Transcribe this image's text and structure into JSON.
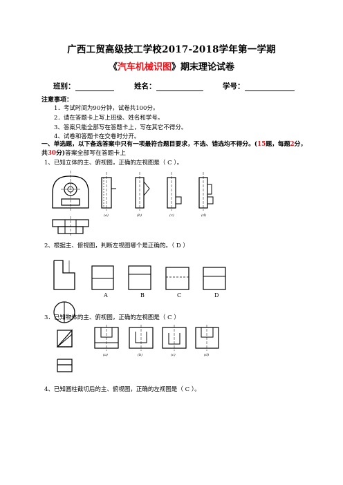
{
  "header": {
    "title": "广西工贸高级技工学校2017-2018学年第一学期",
    "subject_open": "《",
    "subject": "汽车机械识图",
    "subject_close": "》期末理论试卷",
    "class_label": "班别：",
    "name_label": "姓名：",
    "number_label": "学号："
  },
  "notes": {
    "heading": "注意事项：",
    "items": [
      "1．考试时间为90分钟，试卷共100分。",
      "2．请在答题卡上写上班级、姓名和学号。",
      "3、答案只能全部写在答题卡上，写在其它不得分。",
      "4、试卷和答题卡在交卷时分开。"
    ]
  },
  "section1": {
    "heading_a": "一、单选题，以下备选答案中只有一项最符合题目要求，不选、错选均不得分。(",
    "count": "15",
    "heading_b": "题，每题",
    "per": "2",
    "heading_c": "分，共",
    "total": "30",
    "heading_d": "分)",
    "tail": "答案全部写在答题卡上"
  },
  "questions": [
    {
      "text": "1、已知立体的主、俯视图，正确的左视图是（    C       ）。",
      "options": [
        "(a)",
        "(b)",
        "(c)",
        "(d)"
      ]
    },
    {
      "text": "2、根据主、俯视图，判断左视图哪个是正确的。（  D   ）",
      "options": [
        "A",
        "B",
        "C",
        "D"
      ]
    },
    {
      "text": "3．已知物体的主、俯视图，正确的左视图是（     C       ）",
      "options": [
        "(a)",
        "(b)",
        "(c)",
        "(d)"
      ]
    },
    {
      "text": "4、已知圆柱截切后的主、俯视图，正确的左视图是（    C      ）。",
      "options": []
    }
  ]
}
